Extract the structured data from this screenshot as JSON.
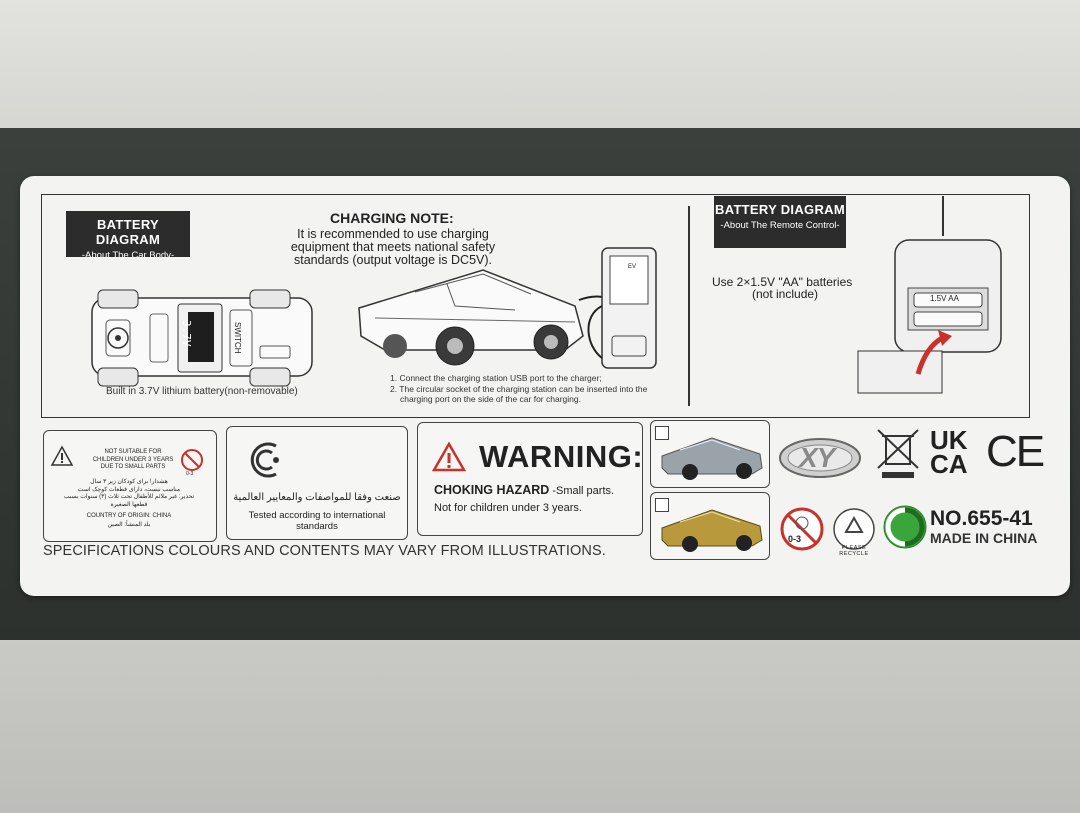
{
  "battery_car": {
    "title": "BATTERY DIAGRAM",
    "subtitle": "-About The Car Body-",
    "battery_label": "3.7V",
    "switch_label": "SWITCH",
    "caption": "Built in 3.7V lithium battery(non-removable)"
  },
  "charging": {
    "title": "CHARGING NOTE:",
    "text_lines": [
      "It is recommended to use charging",
      "equipment that meets national safety",
      "standards (output voltage is DC5V)."
    ],
    "steps": [
      "1. Connect the charging station USB port to the charger;",
      "2. The circular socket of the charging station can be inserted into the",
      "charging port on the side of the car for charging."
    ],
    "station_label": "EV"
  },
  "battery_remote": {
    "title": "BATTERY DIAGRAM",
    "subtitle": "-About The Remote Control-",
    "line1": "Use 2×1.5V \"AA\" batteries",
    "line2": "(not include)",
    "cell_label": "1.5V AA"
  },
  "small_parts": {
    "lines": [
      "NOT SUITABLE FOR",
      "CHILDREN UNDER 3 YEARS",
      "DUE TO SMALL PARTS"
    ],
    "arabic_lines": [
      "هشدار! برای کودکان زیر ۳ سال",
      "مناسب نیست، دارای قطعات کوچک است",
      "تحذير: غير ملائم للأطفال تحت ثلاث (٣) سنوات بسبب",
      "قطعها الصغيرة"
    ],
    "origin": "COUNTRY OF ORIGIN: CHINA",
    "origin_arabic": "بلد المنشأ: الصين",
    "age_badge": "0-3"
  },
  "standards": {
    "arabic": "صنعت وفقا للمواصفات والمعايير العالمية",
    "english": "Tested according to international standards"
  },
  "warning": {
    "title": "WARNING:",
    "hazard_bold": "CHOKING HAZARD",
    "hazard_rest": " -Small parts.",
    "line2": "Not for children under 3 years."
  },
  "marks": {
    "brand": "XY",
    "uk_top": "UK",
    "uk_bottom": "CA",
    "ce": "CE",
    "age_badge": "0-3",
    "recycle_text": "PLEASE RECYCLE",
    "model": "NO.655-41",
    "origin": "MADE IN CHINA"
  },
  "footer": "SPECIFICATIONS COLOURS AND CONTENTS MAY VARY FROM ILLUSTRATIONS.",
  "colors": {
    "silver_car": "#9aa3aa",
    "gold_car": "#b89a3c",
    "warning_red": "#c8322a",
    "recycle_green": "#3aa53a"
  }
}
